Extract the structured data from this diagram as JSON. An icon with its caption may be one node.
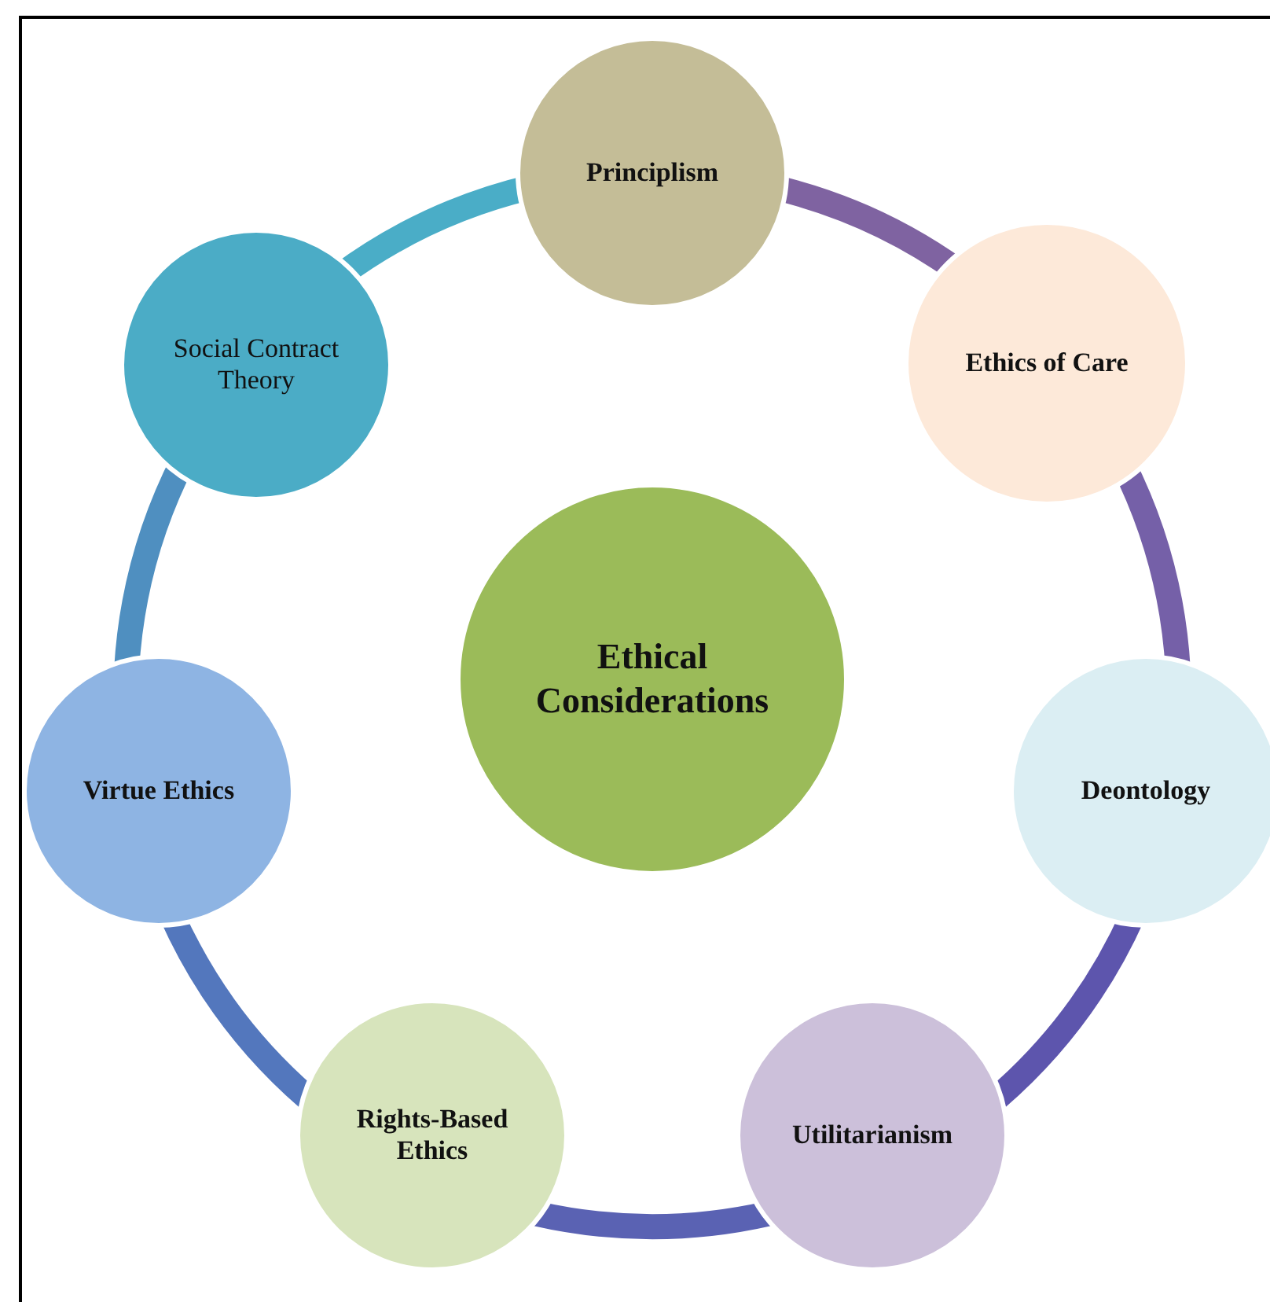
{
  "diagram": {
    "nodes": [
      {
        "text": [
          "Ethical Considerations"
        ]
      },
      {
        "text": [
          "Principlism"
        ]
      },
      {
        "text": [
          "Ethics of Care"
        ]
      },
      {
        "text": [
          "Deontology"
        ]
      },
      {
        "text": [
          "Utilitarianism"
        ]
      },
      {
        "text": [
          "Rights-Based Ethics"
        ]
      },
      {
        "text": [
          "Virtue Ethics"
        ]
      },
      {
        "text": [
          "Social Contract Theory"
        ]
      }
    ],
    "edges": [
      {
        "from": 1,
        "to": 2,
        "arrow": "none",
        "color": "#7f63a1"
      },
      {
        "from": 2,
        "to": 3,
        "arrow": "none",
        "color": "#7560a8"
      },
      {
        "from": 3,
        "to": 4,
        "arrow": "none",
        "color": "#5d55ad"
      },
      {
        "from": 4,
        "to": 5,
        "arrow": "none",
        "color": "#5a62b3"
      },
      {
        "from": 5,
        "to": 6,
        "arrow": "none",
        "color": "#5377bd"
      },
      {
        "from": 6,
        "to": 7,
        "arrow": "none",
        "color": "#4f8fc0"
      },
      {
        "from": 7,
        "to": 1,
        "arrow": "none",
        "color": "#4aadc7"
      }
    ]
  }
}
